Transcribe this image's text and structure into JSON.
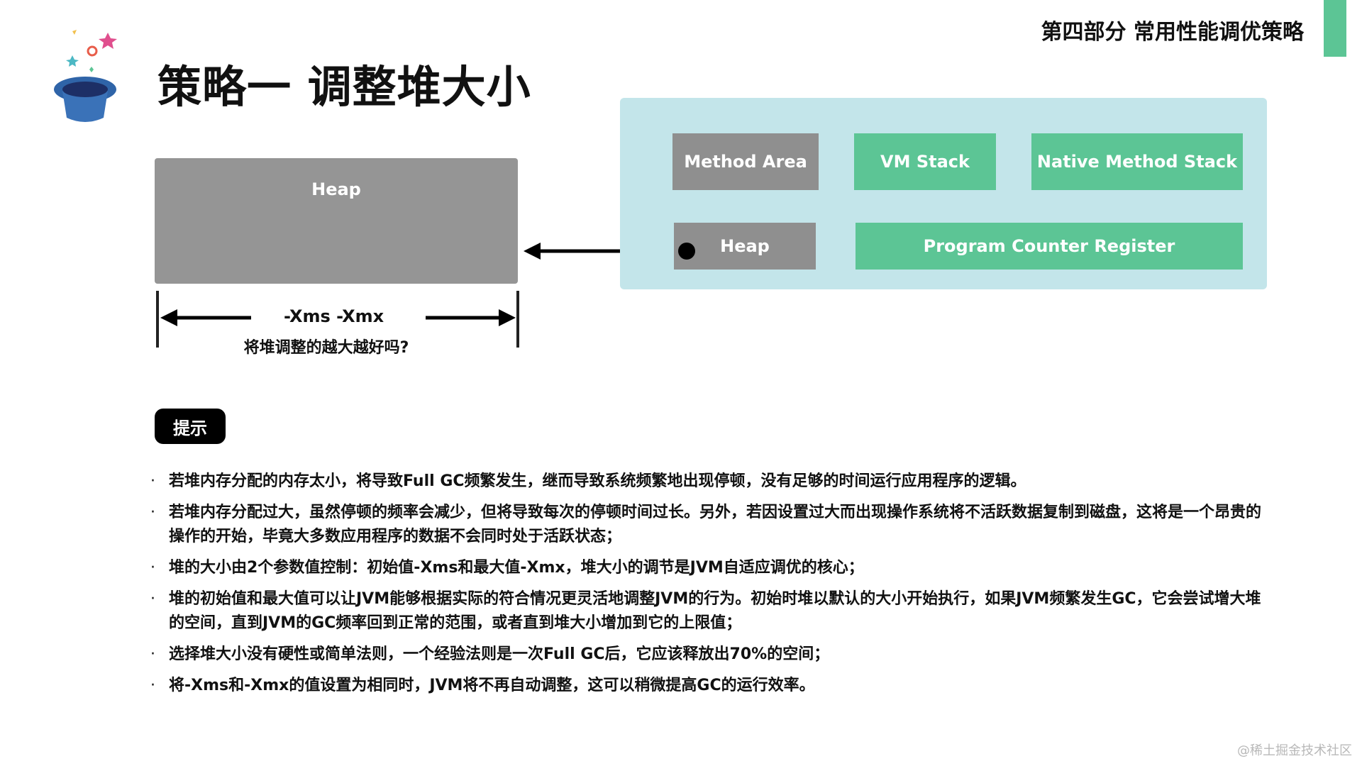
{
  "header": {
    "section_title": "第四部分 常用性能调优策略",
    "page_title": "策略一 调整堆大小"
  },
  "diagram": {
    "heap_label": "Heap",
    "dimension_label": "-Xms -Xmx",
    "question": "将堆调整的越大越好吗?",
    "jvm_areas": {
      "method_area": "Method Area",
      "vm_stack": "VM Stack",
      "native_method_stack": "Native Method Stack",
      "heap": "Heap",
      "program_counter_register": "Program Counter Register"
    }
  },
  "tips": {
    "badge": "提示",
    "bullet_symbol": "·",
    "items": [
      "若堆内存分配的内存太小，将导致Full GC频繁发生，继而导致系统频繁地出现停顿，没有足够的时间运行应用程序的逻辑。",
      "若堆内存分配过大，虽然停顿的频率会减少，但将导致每次的停顿时间过长。另外，若因设置过大而出现操作系统将不活跃数据复制到磁盘，这将是一个昂贵的操作的开始，毕竟大多数应用程序的数据不会同时处于活跃状态；",
      "堆的大小由2个参数值控制：初始值-Xms和最大值-Xmx，堆大小的调节是JVM自适应调优的核心；",
      "堆的初始值和最大值可以让JVM能够根据实际的符合情况更灵活地调整JVM的行为。初始时堆以默认的大小开始执行，如果JVM频繁发生GC，它会尝试增大堆的空间，直到JVM的GC频率回到正常的范围，或者直到堆大小增加到它的上限值；",
      "选择堆大小没有硬性或简单法则，一个经验法则是一次Full GC后，它应该释放出70%的空间；",
      "将-Xms和-Xmx的值设置为相同时，JVM将不再自动调整，这可以稍微提高GC的运行效率。"
    ]
  },
  "watermark": "@稀土掘金技术社区",
  "colors": {
    "accent_green": "#5cc595",
    "box_grey": "#8f8f8f",
    "panel_blue": "#c3e5ea"
  }
}
